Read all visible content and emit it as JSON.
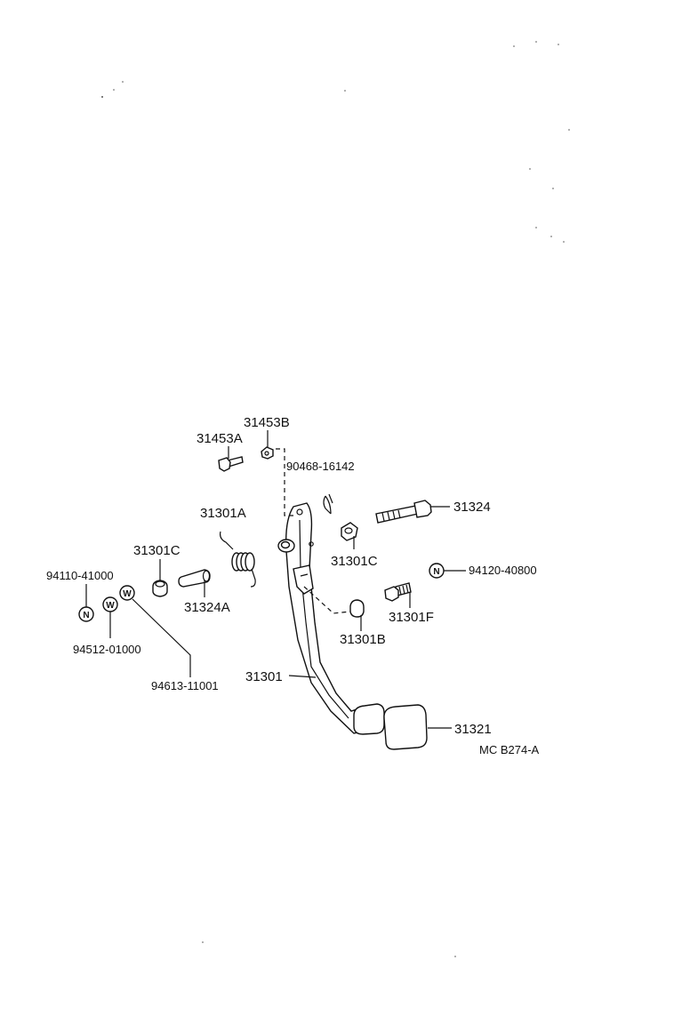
{
  "diagram": {
    "code": "MC B274-A",
    "parts": {
      "bolt_31453a": "31453A",
      "nut_31453b": "31453B",
      "clip_90468": "90468-16142",
      "bolt_31324": "31324",
      "spring_31301a": "31301A",
      "bushing_31301c_left": "31301C",
      "bushing_31301c_right": "31301C",
      "nut_94120": "94120-40800",
      "stopper_31301f": "31301F",
      "collar_31324a": "31324A",
      "nut_94110": "94110-41000",
      "washer_94512": "94512-01000",
      "washer_94613": "94613-11001",
      "cushion_31301b": "31301B",
      "pedal_arm_31301": "31301",
      "pedal_pad_31321": "31321"
    },
    "symbols": {
      "nut": "N",
      "washer": "W"
    }
  }
}
